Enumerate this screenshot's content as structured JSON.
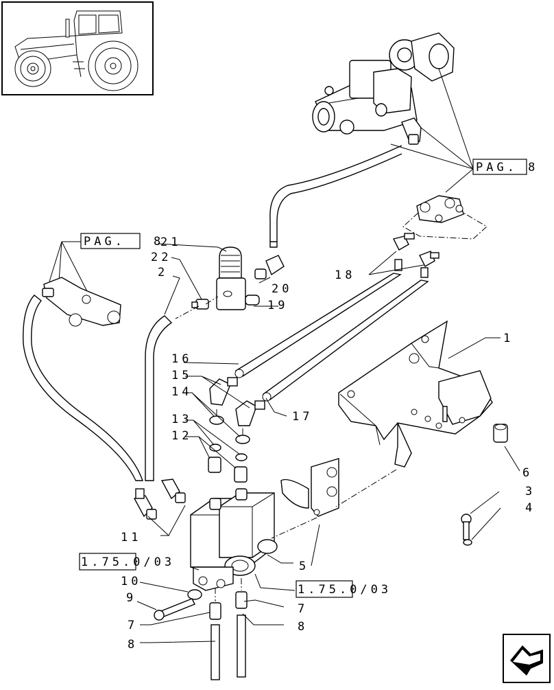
{
  "diagram": {
    "callouts": [
      "1",
      "2",
      "3",
      "4",
      "5",
      "6",
      "7",
      "7",
      "8",
      "8",
      "9",
      "10",
      "11",
      "12",
      "13",
      "14",
      "15",
      "16",
      "17",
      "18",
      "19",
      "20",
      "21",
      "22"
    ],
    "references": {
      "pag_top": "PAG. 8",
      "pag_left_prefix": "PAG.",
      "pag_left_suffix": "8",
      "ref_left": "1.75.0/03",
      "ref_right": "1.75.0/03"
    }
  },
  "icons": {
    "thumbnail": "tractor-thumbnail-icon",
    "nav": "next-page-arrow-icon"
  }
}
